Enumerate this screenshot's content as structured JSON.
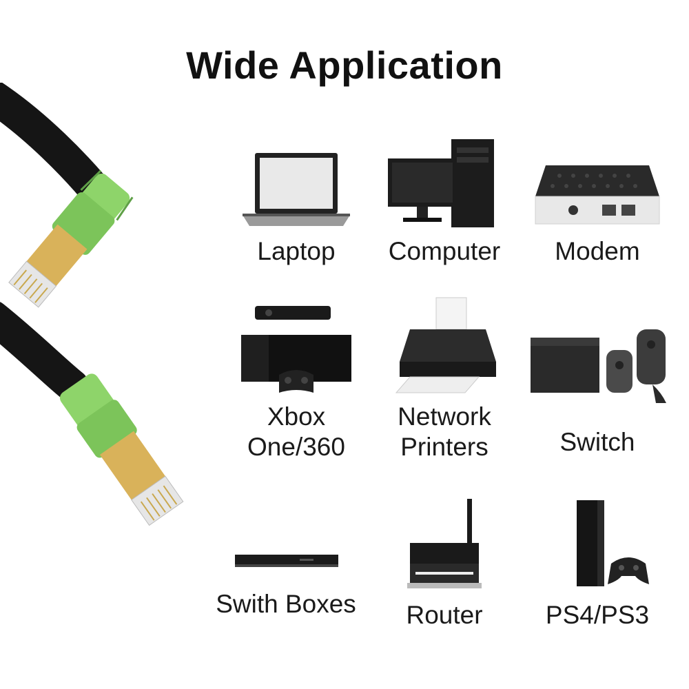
{
  "title": "Wide Application",
  "devices": [
    {
      "label": "Laptop",
      "icon": "laptop-icon"
    },
    {
      "label": "Computer",
      "icon": "desktop-computer-icon"
    },
    {
      "label": "Modem",
      "icon": "modem-icon"
    },
    {
      "label": "Xbox\nOne/360",
      "line1": "Xbox",
      "line2": "One/360",
      "icon": "xbox-console-icon"
    },
    {
      "label": "Network\nPrinters",
      "line1": "Network",
      "line2": "Printers",
      "icon": "printer-icon"
    },
    {
      "label": "Switch",
      "icon": "nintendo-switch-icon"
    },
    {
      "label": "Swith Boxes",
      "icon": "set-top-box-icon"
    },
    {
      "label": "Router",
      "icon": "router-icon"
    },
    {
      "label": "PS4/PS3",
      "icon": "playstation-icon"
    }
  ],
  "colors": {
    "cable": "#151515",
    "boot": "#8ed46a",
    "plug": "#d9b25a"
  }
}
